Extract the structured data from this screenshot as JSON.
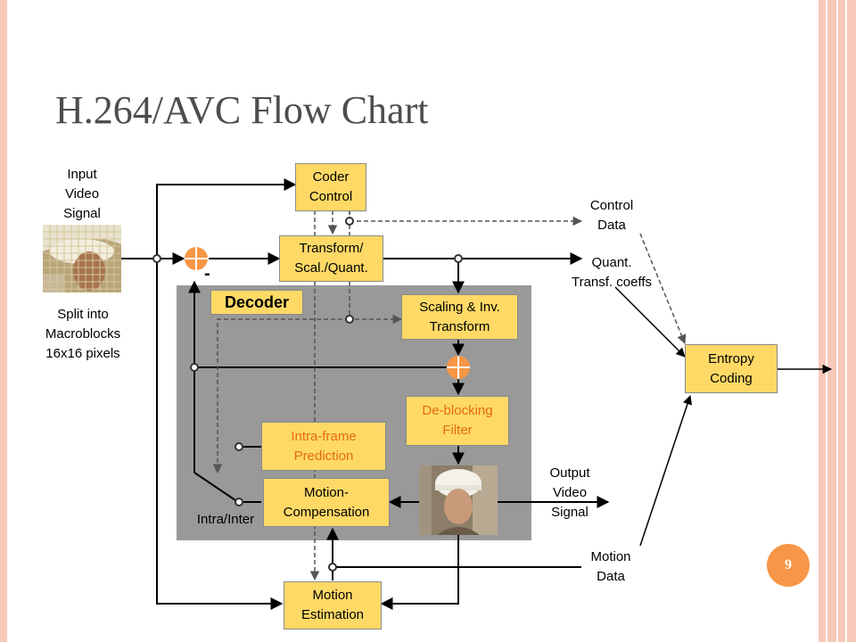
{
  "slide": {
    "title": "H.264/AVC Flow Chart",
    "page_number": "9"
  },
  "blocks": {
    "coder_control": "Coder\nControl",
    "transform_quant": "Transform/\nScal./Quant.",
    "scaling_inv": "Scaling & Inv.\nTransform",
    "deblocking": "De-blocking\nFilter",
    "intra_prediction": "Intra-frame\nPrediction",
    "motion_compensation": "Motion-\nCompensation",
    "motion_estimation": "Motion\nEstimation",
    "entropy_coding": "Entropy\nCoding",
    "decoder": "Decoder"
  },
  "labels": {
    "input_video": "Input\nVideo\nSignal",
    "split": "Split into\nMacroblocks\n16x16 pixels",
    "control_data": "Control\nData",
    "quant_coeffs": "Quant.\nTransf. coeffs",
    "output_video": "Output\nVideo\nSignal",
    "motion_data": "Motion\nData",
    "intra_inter": "Intra/Inter",
    "minus": "-"
  },
  "colors": {
    "block_fill": "#ffd966",
    "decoder_area": "#999999",
    "adder": "#f79646",
    "frame_accent": "#f6c9b9",
    "orange_text": "#e46c0a"
  }
}
